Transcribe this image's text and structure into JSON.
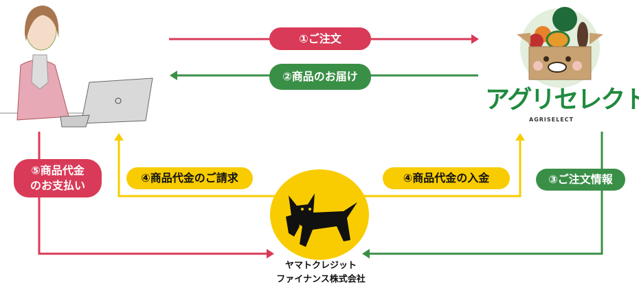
{
  "colors": {
    "red": "#d93a57",
    "green": "#3a8f47",
    "yellow": "#f8cc00"
  },
  "steps": {
    "order": "①ご注文",
    "delivery": "②商品のお届け",
    "order_info": "③ご注文情報",
    "billing": "④商品代金のご請求",
    "deposit": "④商品代金の入金",
    "payment_line1": "⑤商品代金",
    "payment_line2": "のお支払い"
  },
  "shop": {
    "logo_text": "アグリセレクト",
    "logo_sub": "AGRISELECT"
  },
  "finance": {
    "name_line1": "ヤマトクレジット",
    "name_line2": "ファイナンス株式会社"
  },
  "icons": [
    "customer-with-laptop-illustration",
    "vegetable-box-mascot-logo",
    "black-cat-logo"
  ]
}
